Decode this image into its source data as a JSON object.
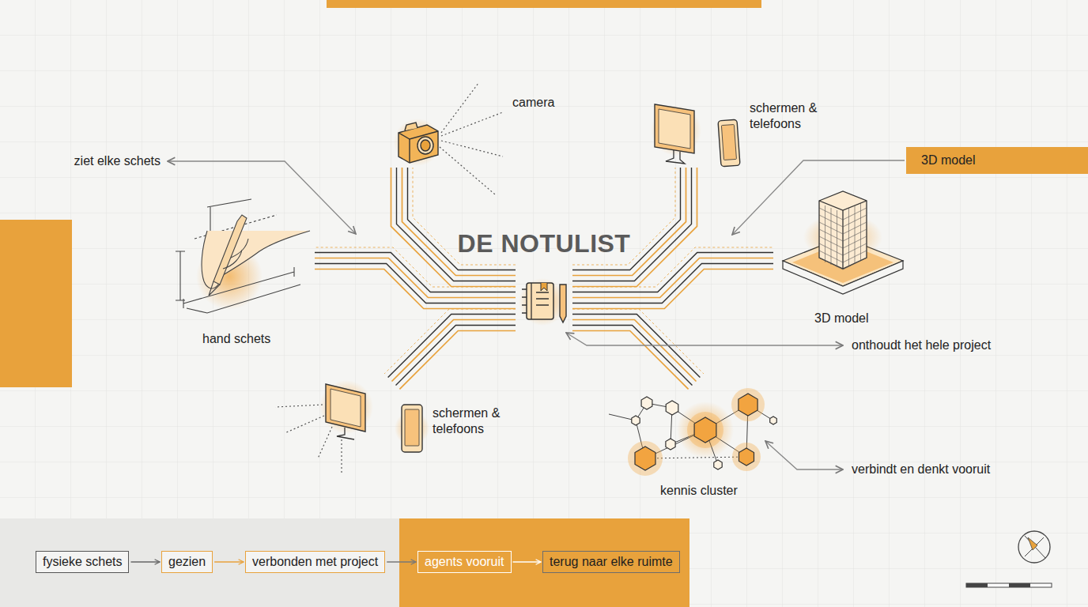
{
  "diagram": {
    "title": "DE NOTULIST",
    "nodes": [
      {
        "text": [
          "3D model"
        ]
      },
      {
        "text": [
          "fysieke schets"
        ]
      },
      {
        "text": [
          "gezien"
        ]
      },
      {
        "text": [
          "verbonden met project"
        ]
      },
      {
        "text": [
          "agents vooruit"
        ]
      },
      {
        "text": [
          "terug naar elke ruimte"
        ]
      }
    ],
    "edges": [
      {
        "from": 1,
        "to": 2,
        "arrow": "to"
      },
      {
        "from": 2,
        "to": 3,
        "arrow": "to"
      },
      {
        "from": 3,
        "to": 4,
        "arrow": "to"
      },
      {
        "from": 4,
        "to": 5,
        "arrow": "to"
      }
    ],
    "labels": [
      "camera",
      "schermen & telefoons",
      "ziet elke schets",
      "hand schets",
      "3D model",
      "onthoudt het hele project",
      "schermen & telefoons",
      "kennis cluster",
      "verbindt en denkt vooruit"
    ]
  }
}
